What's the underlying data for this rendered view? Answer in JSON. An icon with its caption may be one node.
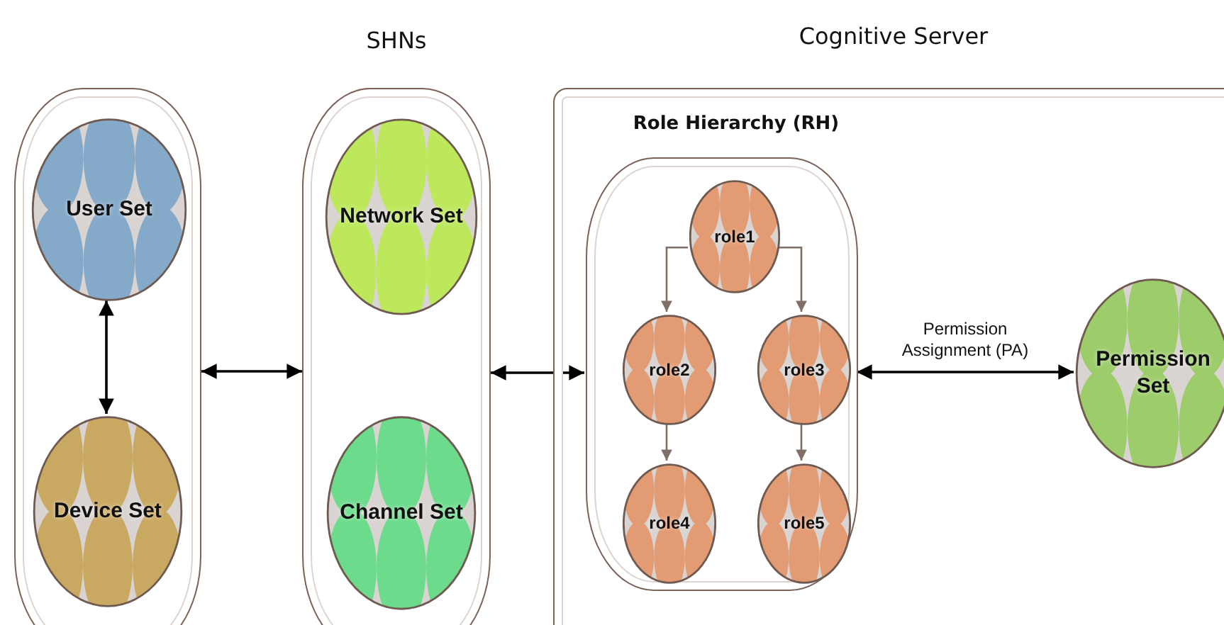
{
  "diagram": {
    "nodes": [
      {
        "text": [],
        "shape": "box"
      },
      {
        "text": [
          "User Set"
        ],
        "in": 0
      },
      {
        "text": [
          "Device Set"
        ],
        "in": 0
      },
      {
        "text": [
          "SHNs"
        ]
      },
      {
        "text": [
          "Network Set"
        ],
        "in": 3
      },
      {
        "text": [
          "Channel Set"
        ],
        "in": 3
      },
      {
        "text": [
          "Cognitive Server"
        ]
      },
      {
        "text": [
          "Role Hierarchy (RH)"
        ],
        "in": 6
      },
      {
        "text": [
          "role1"
        ],
        "in": 7
      },
      {
        "text": [
          "role2"
        ],
        "in": 7
      },
      {
        "text": [
          "role3"
        ],
        "in": 7
      },
      {
        "text": [
          "role4"
        ],
        "in": 7
      },
      {
        "text": [
          "role5"
        ],
        "in": 7
      },
      {
        "text": [
          "Permission Set"
        ],
        "in": 6
      }
    ],
    "edges": [
      {
        "from": 1,
        "to": 2,
        "arrow": "both"
      },
      {
        "from": 0,
        "to": 3,
        "arrow": "both"
      },
      {
        "from": 3,
        "to": 7,
        "arrow": "both"
      },
      {
        "from": 8,
        "to": 9,
        "arrow": "to",
        "color": "#7f6f66"
      },
      {
        "from": 8,
        "to": 10,
        "arrow": "to",
        "color": "#7f6f66"
      },
      {
        "from": 9,
        "to": 11,
        "arrow": "to",
        "color": "#7f6f66"
      },
      {
        "from": 10,
        "to": 12,
        "arrow": "to",
        "color": "#7f6f66"
      },
      {
        "from": 7,
        "to": 13,
        "arrow": "both",
        "label": "Permission Assignment (PA)"
      }
    ]
  }
}
